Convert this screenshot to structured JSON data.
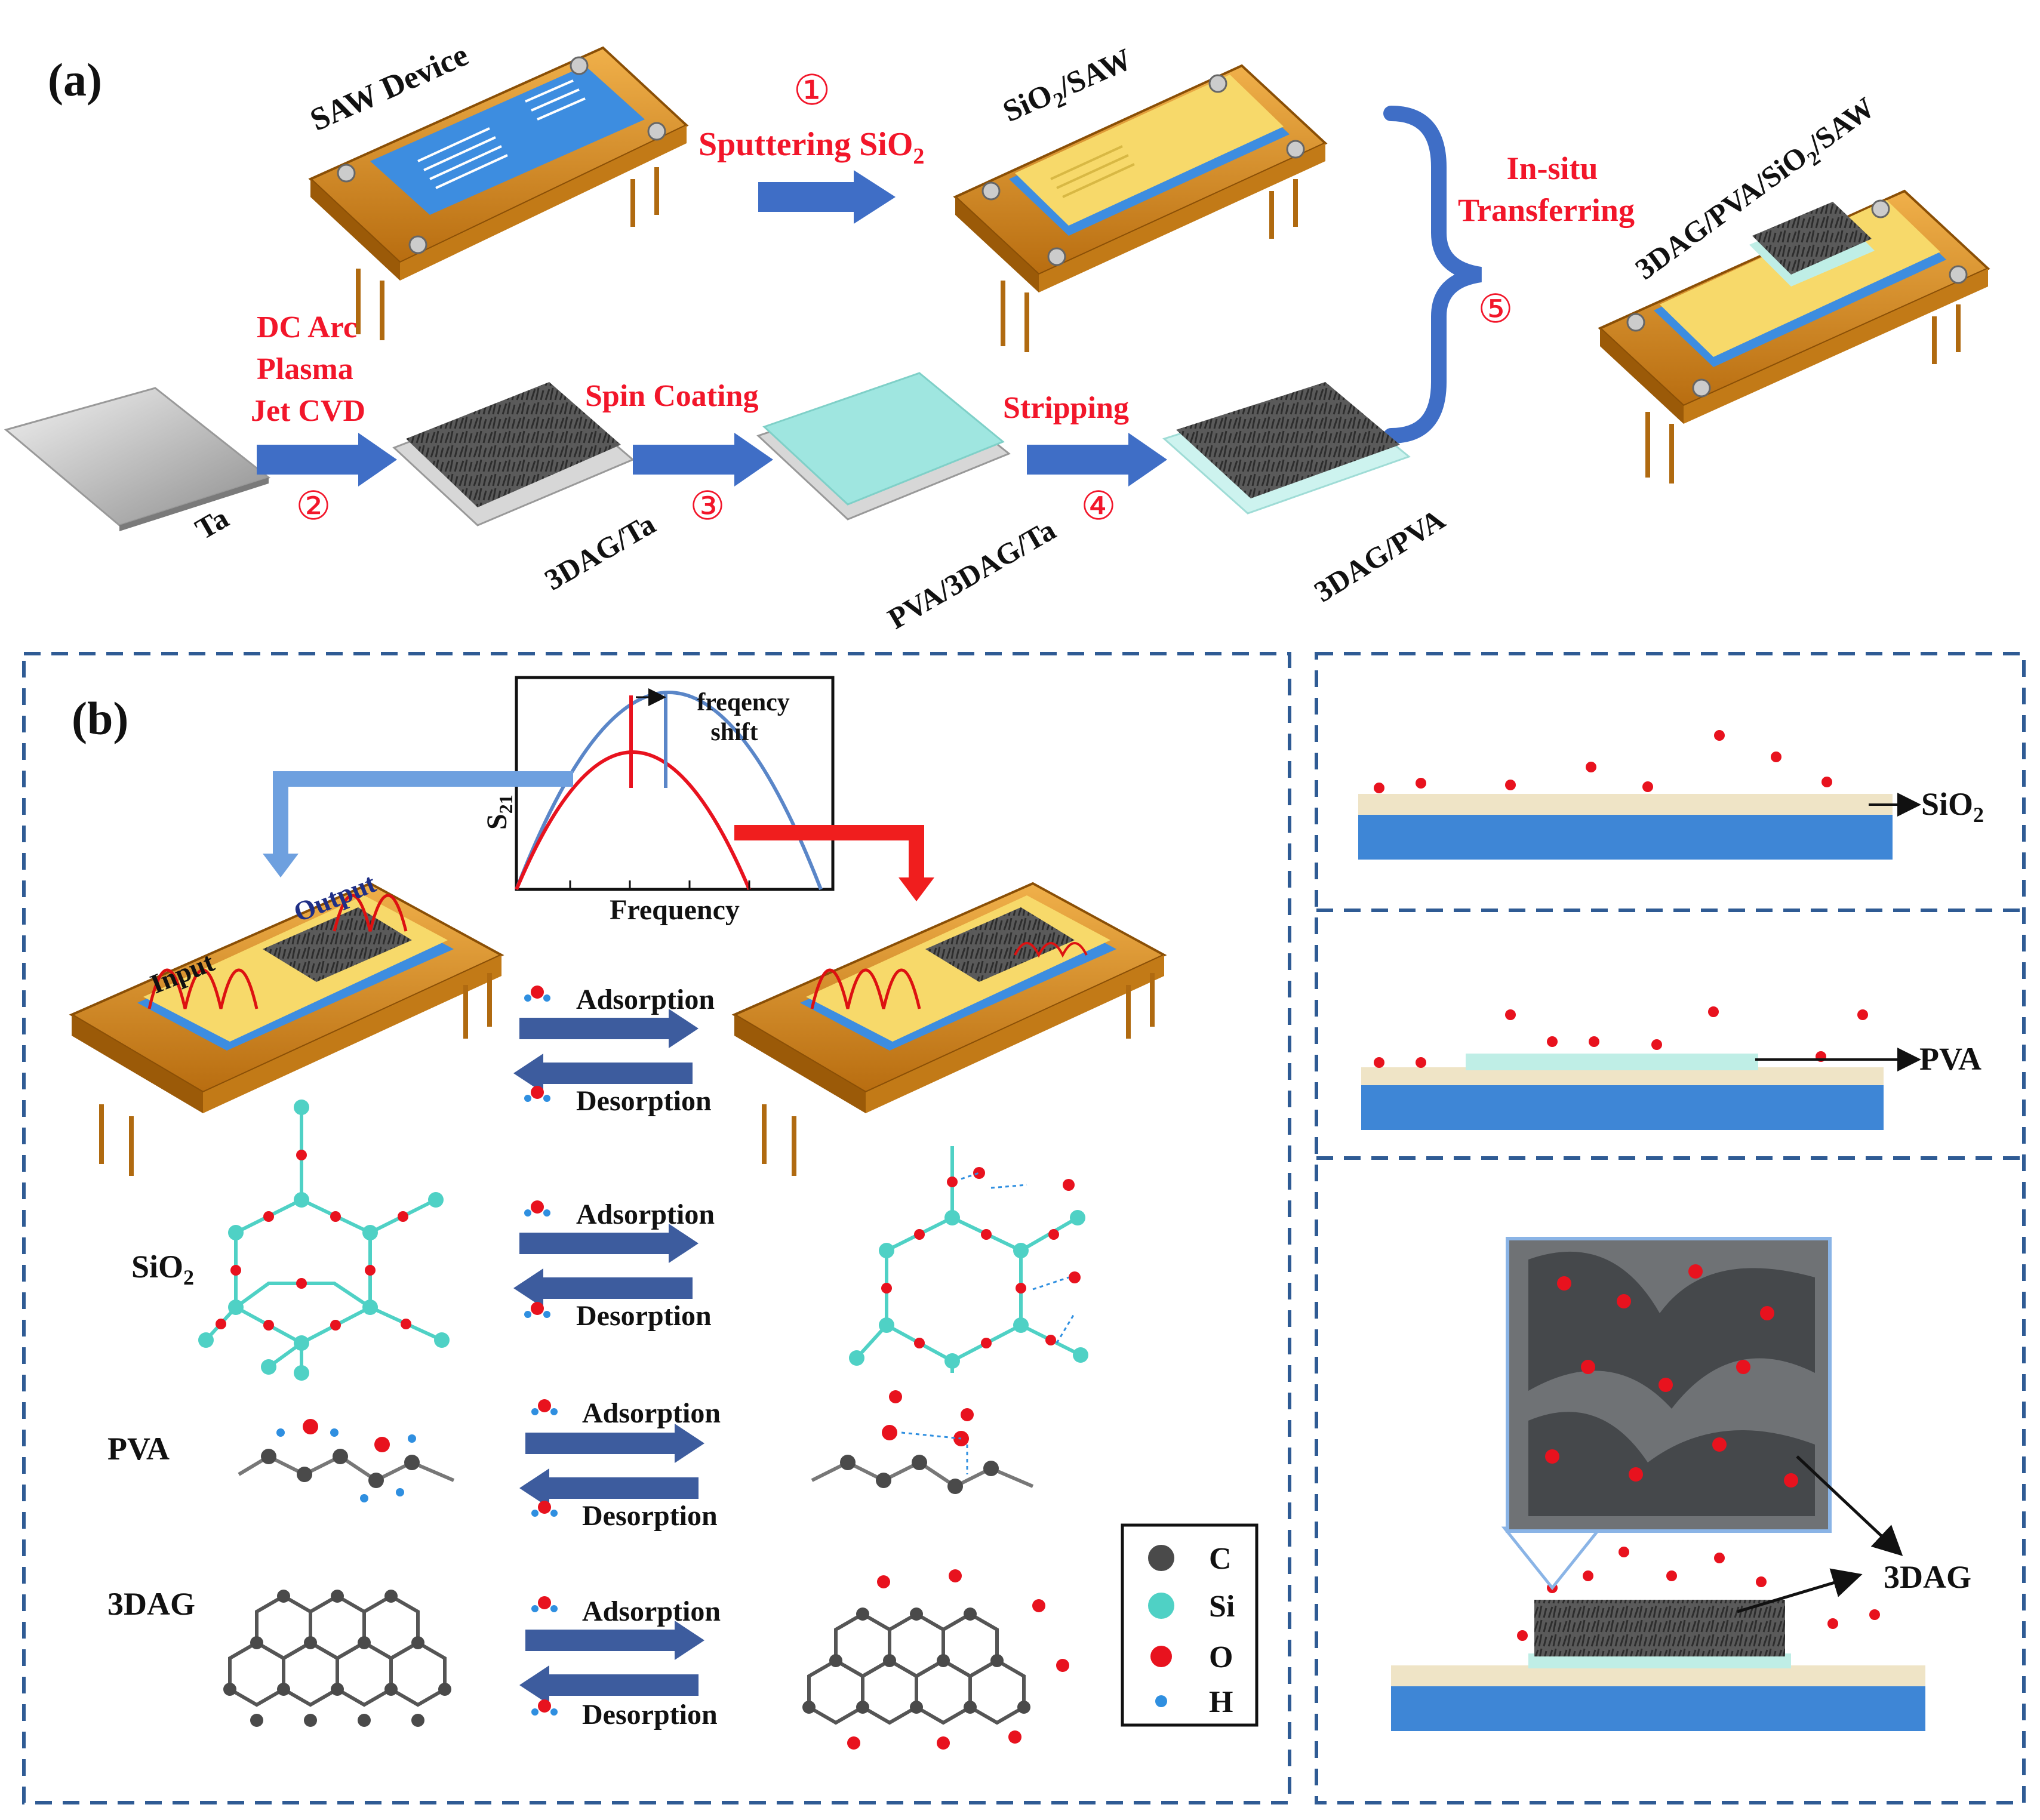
{
  "panel_a": {
    "label": "(a)",
    "saw_device": "SAW Device",
    "step1_num": "①",
    "step1_label": "Sputtering SiO",
    "step1_sub": "2",
    "sio2_saw": "SiO",
    "sio2_saw_sub": "2",
    "sio2_saw_tail": "/SAW",
    "insitu_1": "In-situ",
    "insitu_2": "Transferring",
    "step5_num": "⑤",
    "final_1": "3DAG/PVA/SiO",
    "final_sub": "2",
    "final_2": "/SAW",
    "dc_1": "DC Arc",
    "dc_2": "Plasma",
    "dc_3": "Jet CVD",
    "step2_num": "②",
    "ta": "Ta",
    "dag_ta": "3DAG/Ta",
    "spin": "Spin Coating",
    "step3_num": "③",
    "pva_dag_ta": "PVA/3DAG/Ta",
    "strip": "Stripping",
    "step4_num": "④",
    "dag_pva": "3DAG/PVA"
  },
  "panel_b": {
    "label": "(b)",
    "chart": {
      "ylabel": "S",
      "ylabel_sub": "21",
      "xlabel": "Frequency",
      "note_1": "freqency",
      "note_2": "shift"
    },
    "input": "Input",
    "output": "Output",
    "adsorption": "Adsorption",
    "desorption": "Desorption",
    "sio2": "SiO",
    "sio2_sub": "2",
    "pva": "PVA",
    "dag": "3DAG",
    "legend": [
      {
        "symbol": "C",
        "color": "#4a4a4a"
      },
      {
        "symbol": "Si",
        "color": "#4fd1c5"
      },
      {
        "symbol": "O",
        "color": "#e8121e"
      },
      {
        "symbol": "H",
        "color": "#2f8fe0"
      }
    ]
  },
  "right_panels": {
    "sio2": "SiO",
    "sio2_sub": "2",
    "pva": "PVA",
    "dag": "3DAG"
  }
}
